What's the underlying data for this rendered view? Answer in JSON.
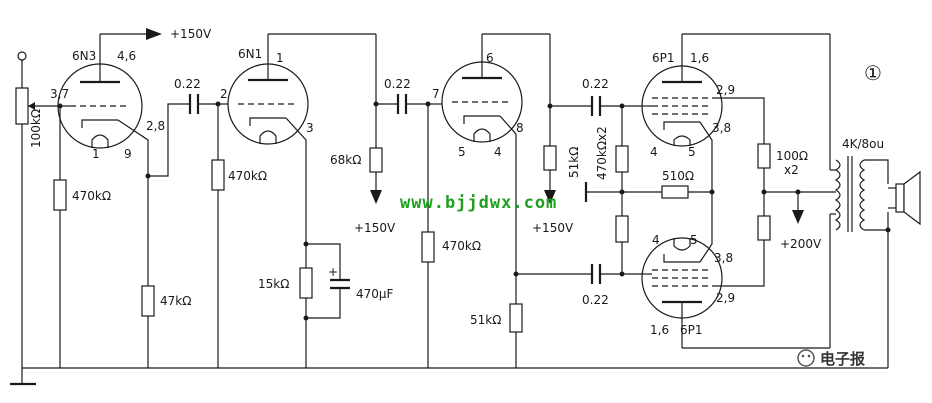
{
  "tubes": {
    "v1": {
      "type": "6N3",
      "pins": {
        "plate": "4,6",
        "grid": "3,7",
        "cathode": "2,8",
        "heater_a": "1",
        "heater_b": "9"
      }
    },
    "v2": {
      "type": "6N1",
      "pins": {
        "plate": "1",
        "grid": "2",
        "cathode": "3"
      }
    },
    "v3": {
      "pins": {
        "plate": "6",
        "grid": "7",
        "cathode": "8",
        "heater_a": "5",
        "heater_b": "4"
      }
    },
    "v4": {
      "type": "6P1",
      "pins": {
        "plate": "1,6",
        "g1": "2,9",
        "cathode": "3,8",
        "heater_a": "4",
        "heater_b": "5"
      }
    },
    "v5": {
      "type": "6P1",
      "pins": {
        "plate": "1,6",
        "g1": "2,9",
        "cathode": "3,8",
        "heater_a": "4",
        "heater_b": "5"
      }
    }
  },
  "components": {
    "pot_in": "100kΩ",
    "c1": "0.22",
    "c2": "0.22",
    "c3": "0.22",
    "c4": "0.22",
    "r_v1_grid": "470kΩ",
    "r_v1_cath": "47kΩ",
    "r_v2_grid": "470kΩ",
    "r_v2_plate": "68kΩ",
    "r_v2_cath": "15kΩ",
    "c_v2_cath": "470μF",
    "r_v3_grid": "470kΩ",
    "r_v3_plate": "51kΩ",
    "r_v3_cath": "51kΩ",
    "r_out_grids": "470kΩx2",
    "r_screen": "510Ω",
    "r_out_stop": "100Ω",
    "r_out_stop_qty": "x2",
    "transformer": "4K/8ou"
  },
  "supply": {
    "b_plus_1": "+150V",
    "b_plus_2": "+150V",
    "b_plus_3": "+150V",
    "b_plus_out": "+200V"
  },
  "watermark": "www.bjjdwx.com",
  "figure_mark": "①",
  "publisher": "电子报"
}
